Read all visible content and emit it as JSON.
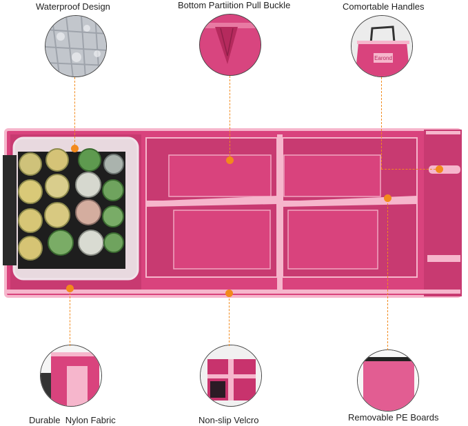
{
  "features": {
    "top_left": "Waterproof Design",
    "top_center": "Bottom Partiition Pull Buckle",
    "top_right": "Comortable Handles",
    "bottom_left": "Durable  Nylon Fabric",
    "bottom_center": "Non-slip Velcro",
    "bottom_right": "Removable PE Boards"
  },
  "brand_tag": "Earond",
  "colors": {
    "body_pink": "#d9437d",
    "dark_pink": "#b8285f",
    "trim_pink": "#f6b6cc",
    "leader_orange": "#f28a1c"
  }
}
